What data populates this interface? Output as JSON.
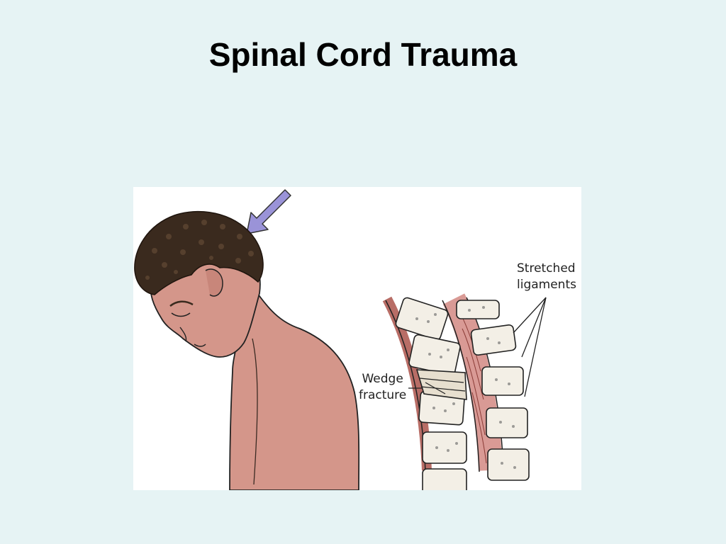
{
  "slide": {
    "title": "Spinal Cord Trauma"
  },
  "figure": {
    "labels": {
      "stretched_line1": "Stretched",
      "stretched_line2": "ligaments",
      "wedge_line1": "Wedge",
      "wedge_line2": "fracture"
    },
    "icons": [
      "force-arrow-icon"
    ],
    "colors": {
      "skin": "#d4968a",
      "hair": "#3a2a1e",
      "arrow": "#9a93d8",
      "bone": "#f3efe6",
      "canal": "#d99a95"
    }
  }
}
